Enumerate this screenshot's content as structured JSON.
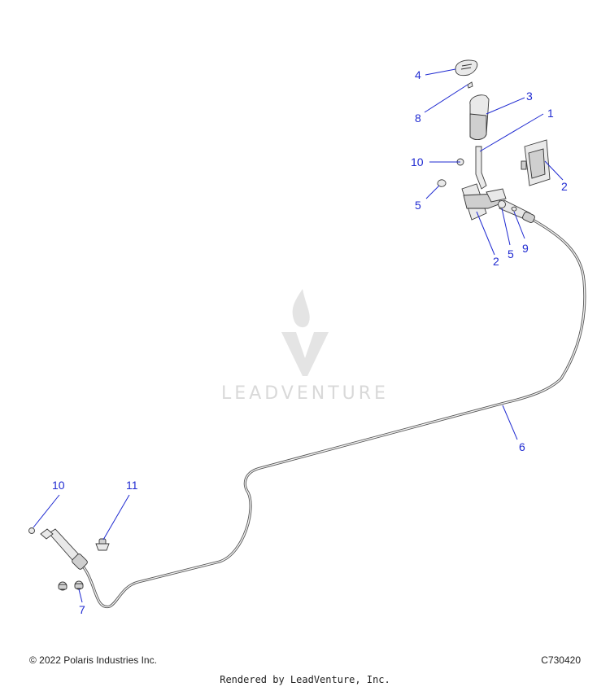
{
  "watermark": {
    "brand": "LEADVENTURE"
  },
  "callouts": {
    "c1": "1",
    "c2a": "2",
    "c2b": "2",
    "c3": "3",
    "c4": "4",
    "c5a": "5",
    "c5b": "5",
    "c6": "6",
    "c7": "7",
    "c8": "8",
    "c9": "9",
    "c10a": "10",
    "c10b": "10",
    "c11": "11"
  },
  "footer": {
    "copyright": "© 2022 Polaris Industries Inc.",
    "diagram_code": "C730420",
    "rendered_by": "Rendered by LeadVenture, Inc."
  },
  "colors": {
    "callout": "#1f2ad1",
    "line_art": "#3a3a3a",
    "watermark": "#d9d9d9"
  }
}
